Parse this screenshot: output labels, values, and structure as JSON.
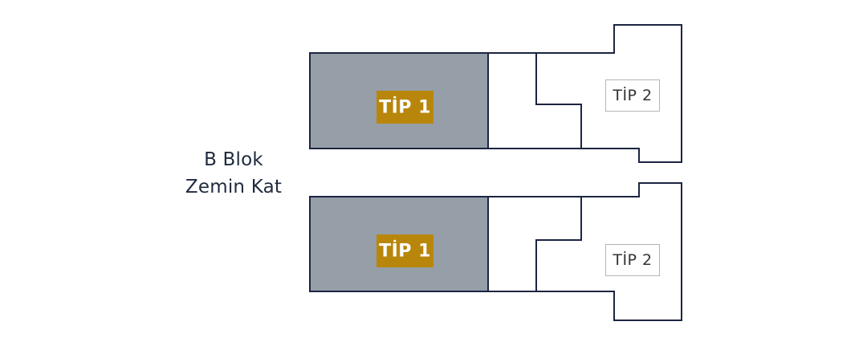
{
  "floor": {
    "line1": "B Blok",
    "line2": "Zemin Kat"
  },
  "units": {
    "top": {
      "tip1_label": "TİP 1",
      "tip2_label": "TİP 2"
    },
    "bottom": {
      "tip1_label": "TİP 1",
      "tip2_label": "TİP 2"
    }
  },
  "colors": {
    "outline": "#1c2541",
    "sold_unit_fill": "#969fa8",
    "tip1_badge": "#b8860b",
    "tip2_badge_border": "#b5b5b5"
  }
}
